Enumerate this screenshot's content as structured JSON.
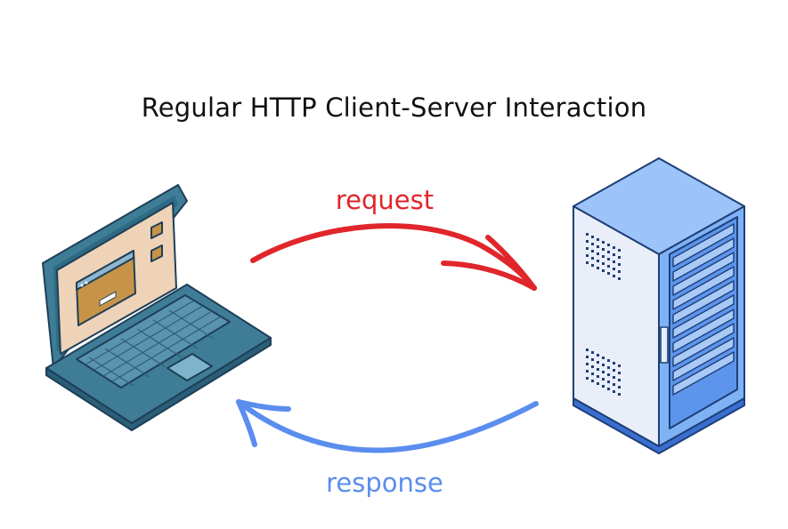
{
  "diagram": {
    "title": "Regular HTTP Client-Server Interaction",
    "request_label": "request",
    "response_label": "response"
  },
  "colors": {
    "request": "#e0262b",
    "response": "#5b8def",
    "laptop_body": "#3f7d97",
    "laptop_screen": "#efd3b8",
    "server_blue": "#7fb2f5",
    "server_panel": "#e9eef8"
  },
  "icons": [
    "laptop-icon",
    "server-icon",
    "request-arrow",
    "response-arrow"
  ]
}
